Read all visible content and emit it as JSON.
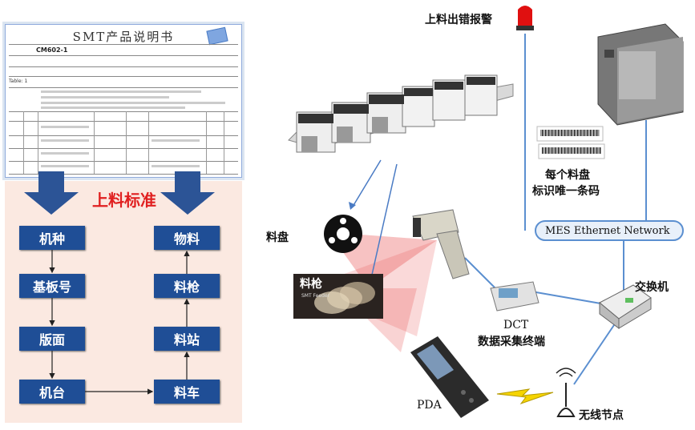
{
  "document": {
    "title": "SMT产品说明书",
    "table_label": "Table: 1",
    "code": "CM602-1"
  },
  "flow": {
    "title": "上料标准",
    "left_boxes": [
      "机种",
      "基板号",
      "版面",
      "机台"
    ],
    "right_boxes": [
      "物料",
      "料枪",
      "料站",
      "料车"
    ]
  },
  "diagram": {
    "alarm_label": "上料出错报警",
    "reel_label": "料盘",
    "feeder_label": "料枪",
    "feeder_sublabel": "SMT Feeder",
    "barcode_caption_line1": "每个料盘",
    "barcode_caption_line2": "标识唯一条码",
    "network_label": "MES Ethernet Network",
    "switch_label": "交换机",
    "dct_label_line1": "DCT",
    "dct_label_line2": "数据采集终端",
    "pda_label": "PDA",
    "wireless_label": "无线节点"
  },
  "colors": {
    "box_blue": "#1f4e96",
    "flow_bg": "#fbe9e1",
    "title_red": "#e02020",
    "network_blue": "#5b8fd0",
    "laser_red": "#e85050"
  }
}
